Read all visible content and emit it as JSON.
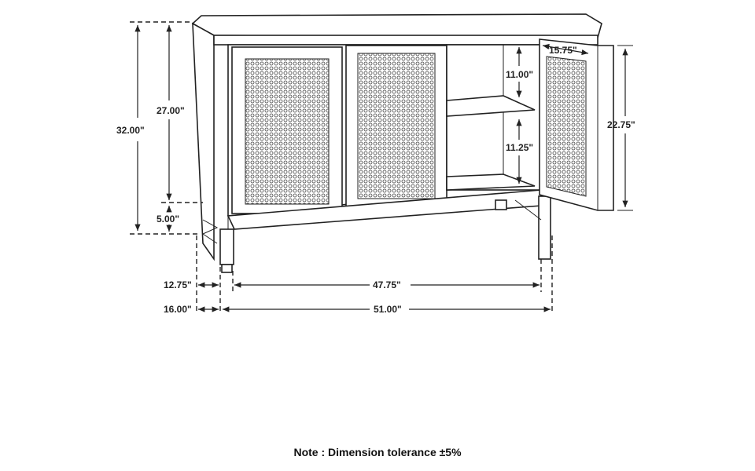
{
  "dimensions": {
    "total_height": "32.00\"",
    "body_height": "27.00\"",
    "leg_height": "5.00\"",
    "inner_depth": "12.75\"",
    "total_depth": "16.00\"",
    "inner_width": "47.75\"",
    "total_width": "51.00\"",
    "upper_shelf_height": "11.00\"",
    "lower_shelf_height": "11.25\"",
    "door_width": "15.75\"",
    "door_height": "22.75\""
  },
  "note": "Note : Dimension tolerance ±5%"
}
